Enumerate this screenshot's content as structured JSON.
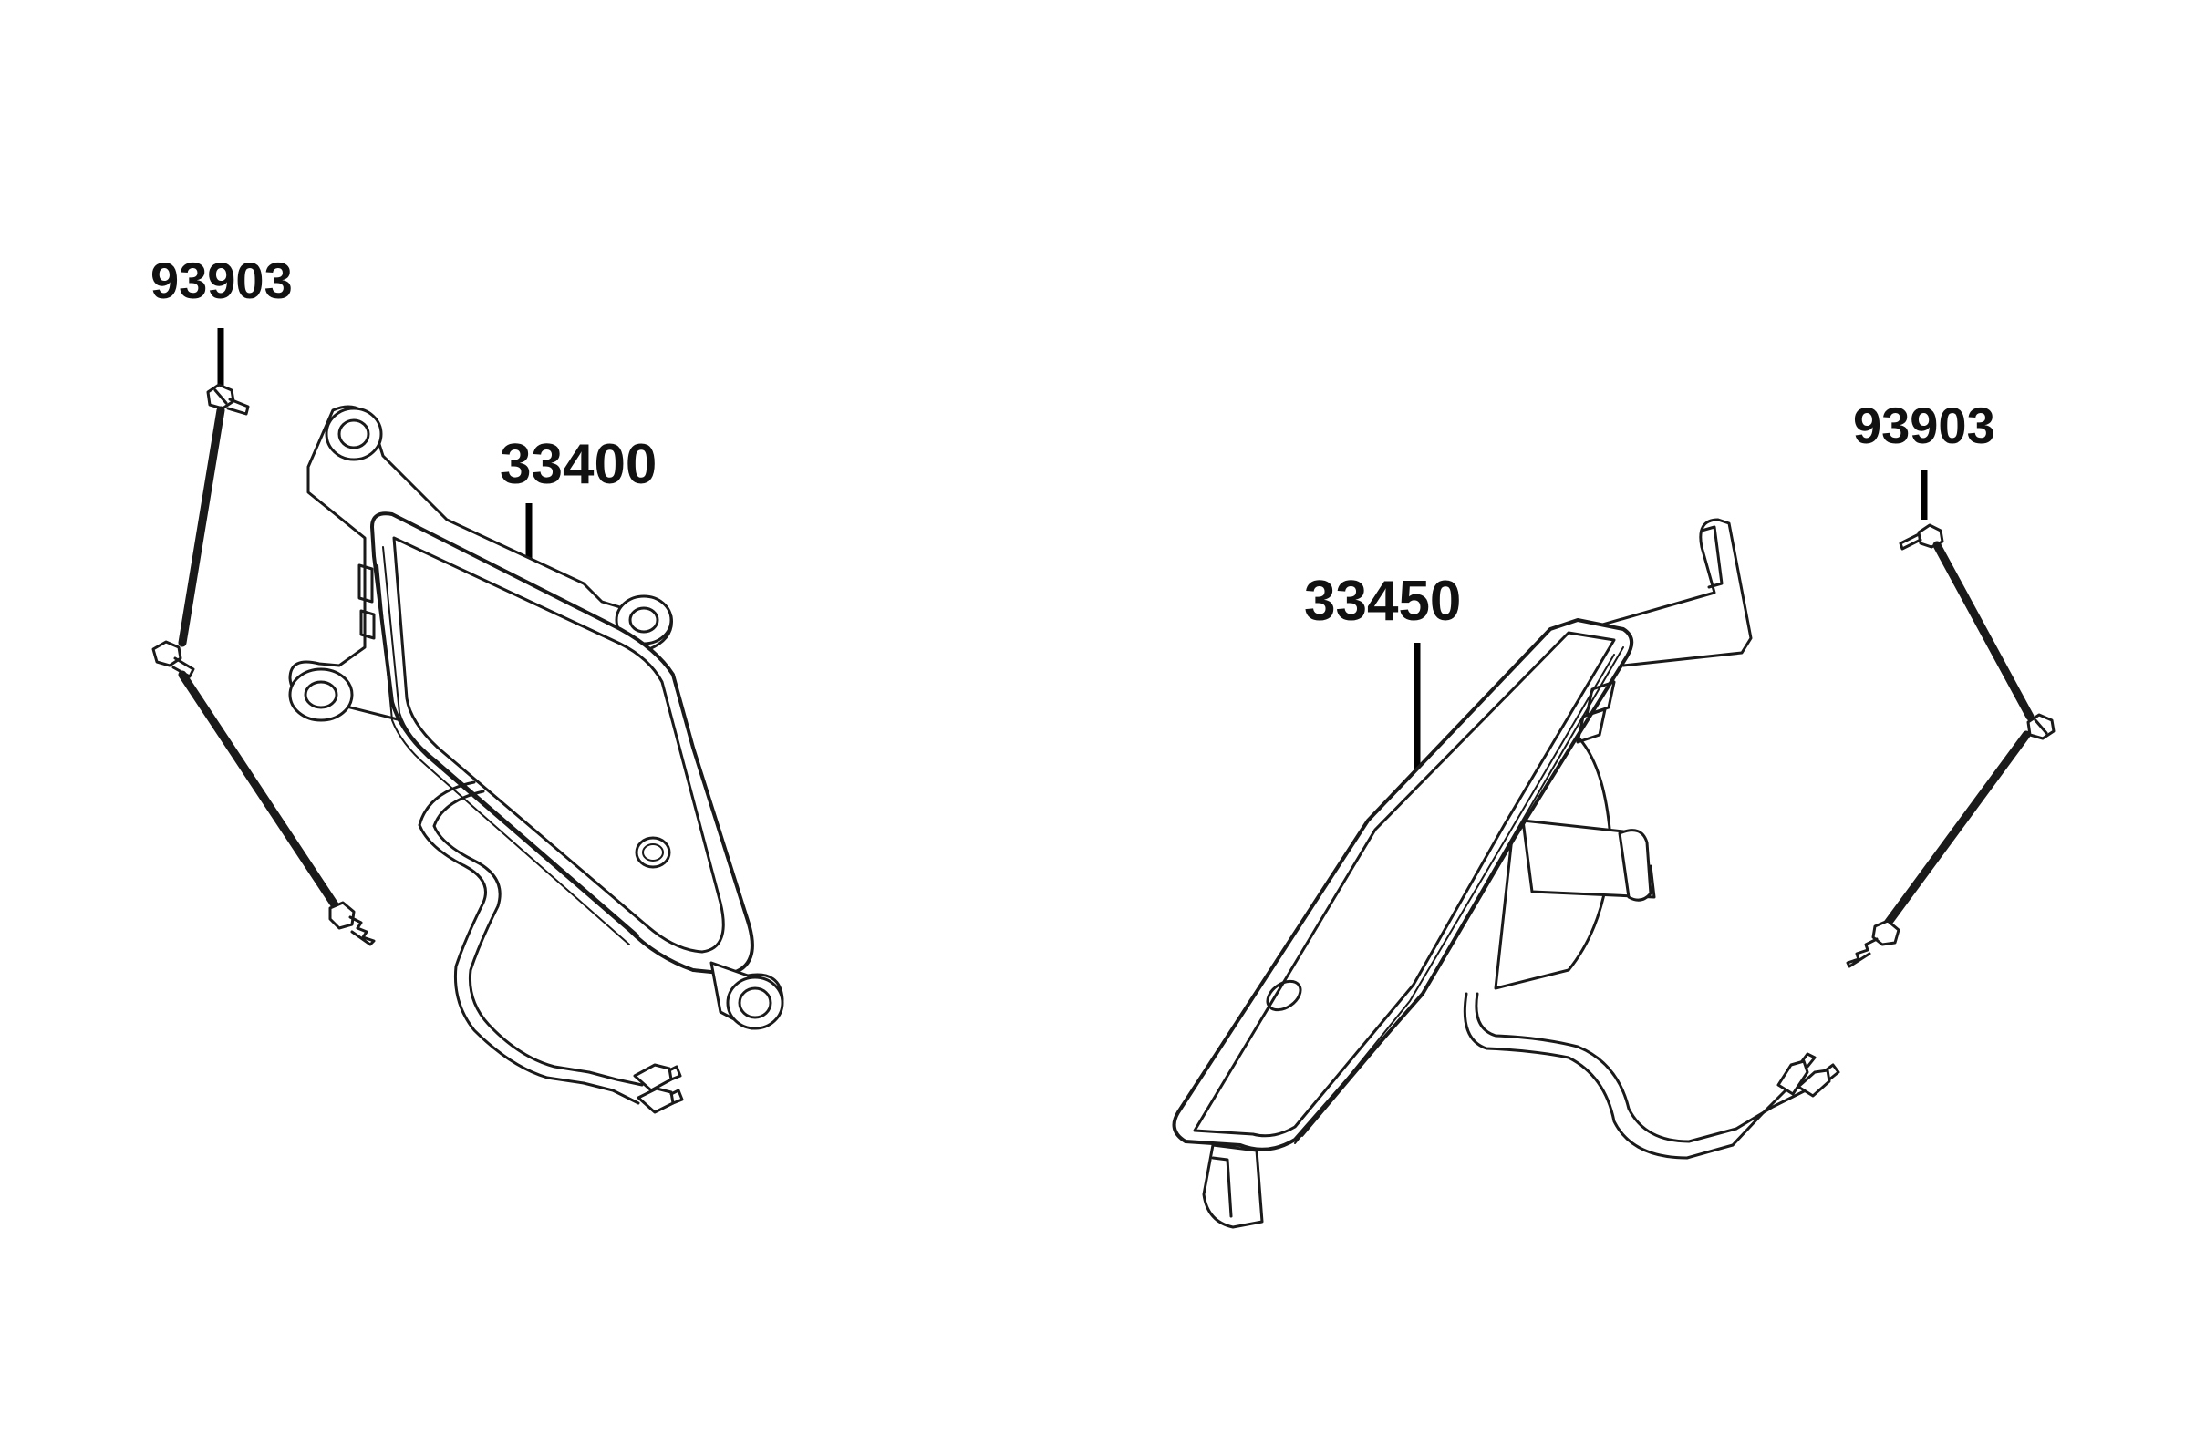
{
  "labels": {
    "screw_left": "93903",
    "lamp_left": "33400",
    "lamp_right": "33450",
    "screw_right": "93903"
  },
  "colors": {
    "ink": "#1a1a1a",
    "background": "#ffffff"
  }
}
